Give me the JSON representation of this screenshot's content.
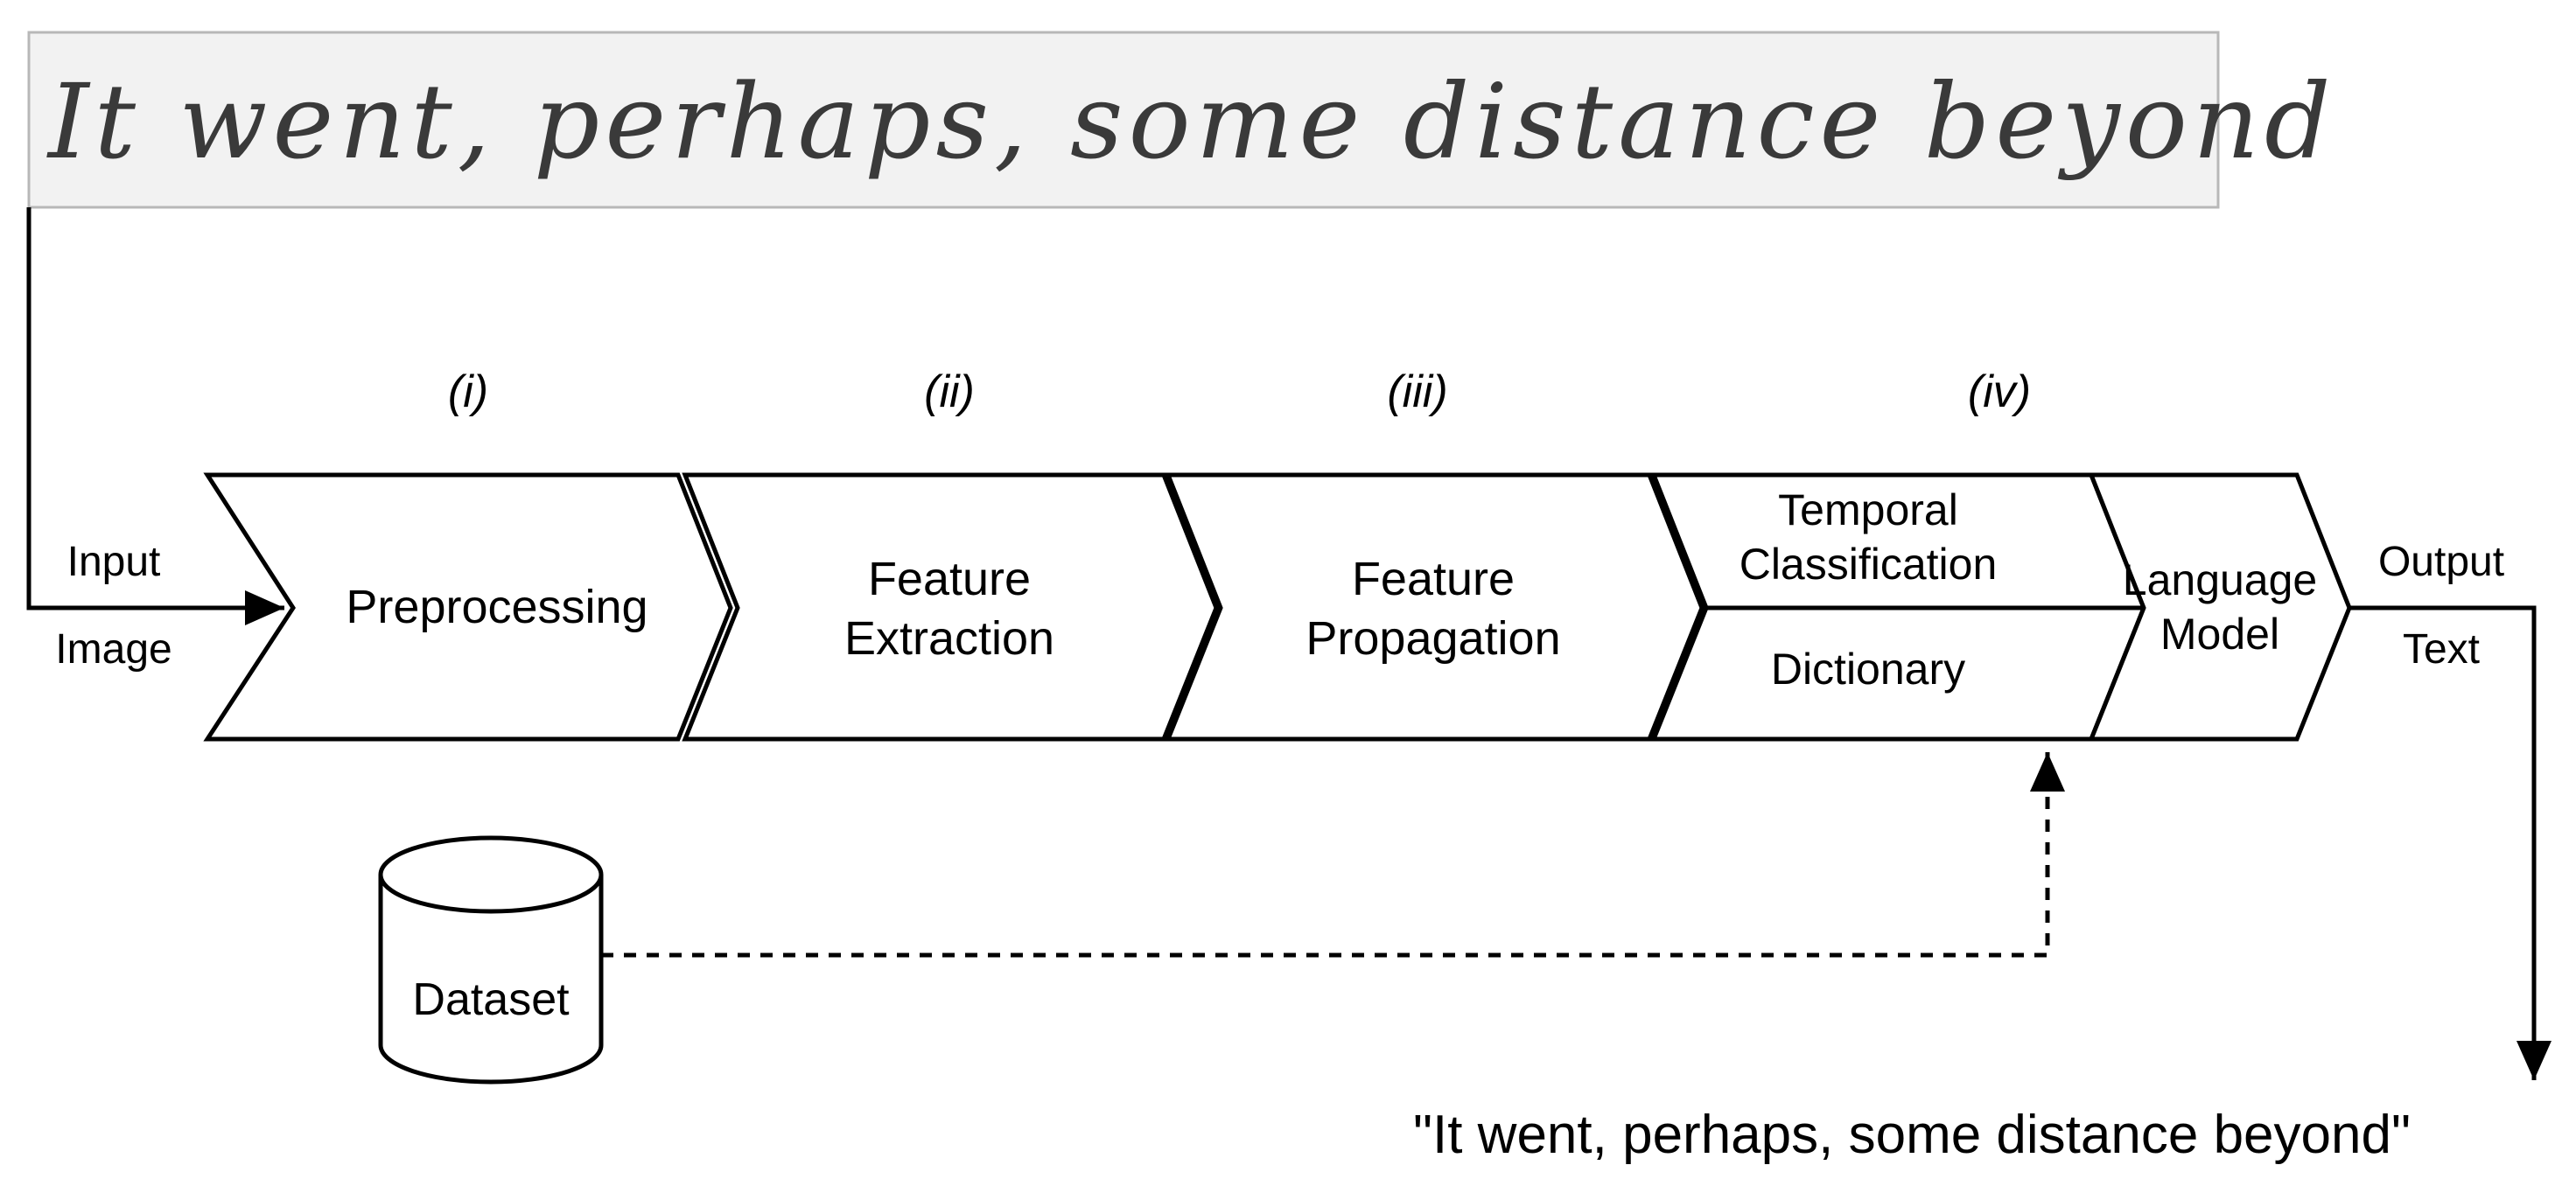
{
  "input_image": {
    "handwritten_text": "It went, perhaps, some distance beyond"
  },
  "io_labels": {
    "input_line1": "Input",
    "input_line2": "Image",
    "output_line1": "Output",
    "output_line2": "Text"
  },
  "stages": [
    {
      "number": "(i)",
      "lines": [
        "Preprocessing"
      ]
    },
    {
      "number": "(ii)",
      "lines": [
        "Feature",
        "Extraction"
      ]
    },
    {
      "number": "(iii)",
      "lines": [
        "Feature",
        "Propagation"
      ]
    },
    {
      "number": "(iv)",
      "top_lines": [
        "Temporal",
        "Classification"
      ],
      "bottom_lines": [
        "Dictionary"
      ],
      "right_lines": [
        "Language",
        "Model"
      ]
    }
  ],
  "dataset": {
    "label": "Dataset"
  },
  "output_text": "\"It went, perhaps, some distance beyond\""
}
